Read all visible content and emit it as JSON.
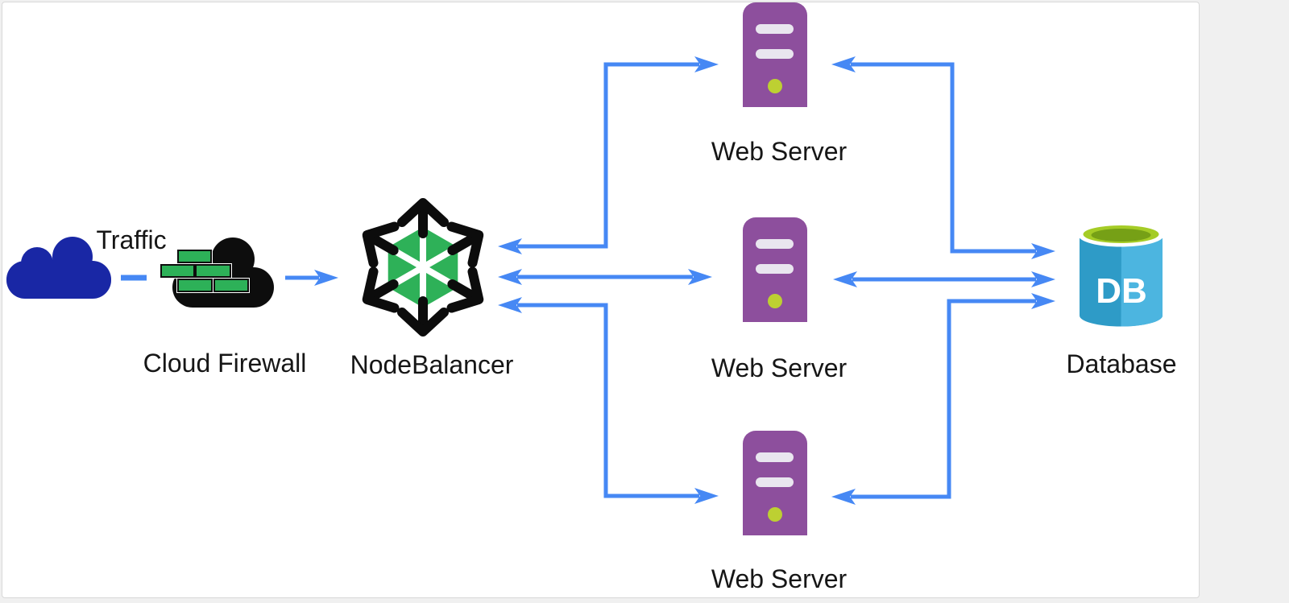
{
  "page": {
    "background_color": "#f0f0f0",
    "canvas_color": "#ffffff",
    "connector_color": "#4688f4",
    "label_color": "#161616"
  },
  "diagram": {
    "nodes": {
      "traffic": {
        "label": "Traffic",
        "icon": "cloud-icon",
        "color": "#1927a5"
      },
      "firewall": {
        "label": "Cloud Firewall",
        "icon": "firewall-brick-cloud-icon",
        "cloud_color": "#0d0d0d",
        "brick_color": "#2db158"
      },
      "nodebalancer": {
        "label": "NodeBalancer",
        "icon": "nodebalancer-hexagon-icon",
        "hex_color": "#2eb158",
        "arrow_color": "#0c0c0c"
      },
      "webservers": [
        {
          "label": "Web Server",
          "icon": "server-tower-icon",
          "body_color": "#8d4f9d",
          "slot_color": "#e9e6ef",
          "led_color": "#bdd032"
        },
        {
          "label": "Web Server",
          "icon": "server-tower-icon",
          "body_color": "#8d4f9d",
          "slot_color": "#e9e6ef",
          "led_color": "#bdd032"
        },
        {
          "label": "Web Server",
          "icon": "server-tower-icon",
          "body_color": "#8d4f9d",
          "slot_color": "#e9e6ef",
          "led_color": "#bdd032"
        }
      ],
      "database": {
        "label": "Database",
        "icon_text": "DB",
        "body_color": "#2e9bc7",
        "facet_color": "#4cb5e0",
        "top_color": "#a5cc26",
        "top_inner_color": "#76a016"
      }
    },
    "connections": [
      {
        "from": "traffic",
        "to": "firewall",
        "style": "dash",
        "arrows": "none"
      },
      {
        "from": "firewall",
        "to": "nodebalancer",
        "style": "straight",
        "arrows": "forward"
      },
      {
        "from": "nodebalancer",
        "to": "webserver-1",
        "style": "elbow",
        "arrows": "both"
      },
      {
        "from": "nodebalancer",
        "to": "webserver-2",
        "style": "straight",
        "arrows": "both"
      },
      {
        "from": "nodebalancer",
        "to": "webserver-3",
        "style": "elbow",
        "arrows": "both"
      },
      {
        "from": "webserver-1",
        "to": "database",
        "style": "elbow",
        "arrows": "both"
      },
      {
        "from": "webserver-2",
        "to": "database",
        "style": "straight",
        "arrows": "both"
      },
      {
        "from": "webserver-3",
        "to": "database",
        "style": "elbow",
        "arrows": "both"
      }
    ]
  }
}
